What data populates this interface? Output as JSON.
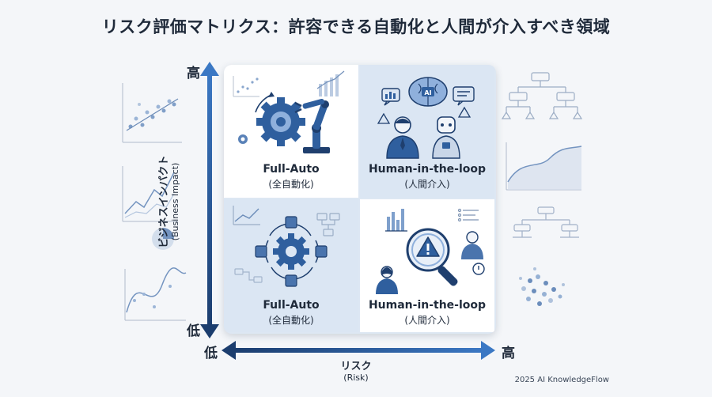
{
  "title": "リスク評価マトリクス：許容できる自動化と人間が介入すべき領域",
  "y_axis": {
    "label": "ビジネスインパクト",
    "sub": "(Business Impact)",
    "high": "高",
    "low": "低"
  },
  "x_axis": {
    "label": "リスク",
    "sub": "(Risk)",
    "low": "低",
    "high": "高"
  },
  "quadrants": {
    "top_left": {
      "title": "Full-Auto",
      "sub": "(全自動化)",
      "icon": "gear-robot-arm-icon"
    },
    "top_right": {
      "title": "Human-in-the-loop",
      "sub": "(人間介入)",
      "icon": "human-ai-collaboration-icon"
    },
    "bottom_left": {
      "title": "Full-Auto",
      "sub": "(全自動化)",
      "icon": "gear-cycle-icon"
    },
    "bottom_right": {
      "title": "Human-in-the-loop",
      "sub": "(人間介入)",
      "icon": "magnifier-warning-icon"
    }
  },
  "credit": "2025 AI KnowledgeFlow",
  "colors": {
    "accent": "#2f5f9e",
    "dark": "#1f3f6e",
    "light": "#dbe6f3"
  }
}
